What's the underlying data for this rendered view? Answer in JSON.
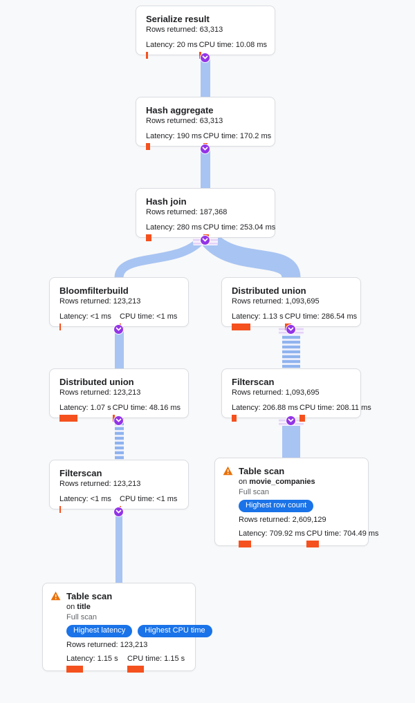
{
  "colors": {
    "page_bg": "#f8f9fa",
    "card_border": "#dadce0",
    "edge_blue": "#a8c4f2",
    "bar_orange": "#f4511e",
    "badge_blue": "#1a73e8",
    "node_dot_purple": "#9334e6",
    "warning_orange": "#e8710a"
  },
  "icons": {
    "collapse": "chevron-down",
    "warning": "warning-triangle"
  },
  "nodes": {
    "serialize_result": {
      "title": "Serialize result",
      "rows": "Rows returned: 63,313",
      "latency": "Latency: 20 ms",
      "latency_bar": "3px",
      "cpu": "CPU time: 10.08 ms",
      "cpu_bar": "3px"
    },
    "hash_aggregate": {
      "title": "Hash aggregate",
      "rows": "Rows returned: 63,313",
      "latency": "Latency: 190 ms",
      "latency_bar": "6px",
      "cpu": "CPU time: 170.2 ms",
      "cpu_bar": "6px"
    },
    "hash_join": {
      "title": "Hash join",
      "rows": "Rows returned: 187,368",
      "latency": "Latency: 280 ms",
      "latency_bar": "8px",
      "cpu": "CPU time: 253.04 ms",
      "cpu_bar": "8px"
    },
    "bloomfilterbuild": {
      "title": "Bloomfilterbuild",
      "rows": "Rows returned: 123,213",
      "latency": "Latency: <1 ms",
      "latency_bar": "2px",
      "cpu": "CPU time: <1 ms",
      "cpu_bar": "2px"
    },
    "distributed_union_right": {
      "title": "Distributed union",
      "rows": "Rows returned: 1,093,695",
      "latency": "Latency: 1.13 s",
      "latency_bar": "27px",
      "cpu": "CPU time: 286.54 ms",
      "cpu_bar": "9px"
    },
    "distributed_union_left": {
      "title": "Distributed union",
      "rows": "Rows returned: 123,213",
      "latency": "Latency: 1.07 s",
      "latency_bar": "26px",
      "cpu": "CPU time: 48.16 ms",
      "cpu_bar": "3px"
    },
    "filterscan_right": {
      "title": "Filterscan",
      "rows": "Rows returned: 1,093,695",
      "latency": "Latency: 206.88 ms",
      "latency_bar": "7px",
      "cpu": "CPU time: 208.11 ms",
      "cpu_bar": "8px"
    },
    "filterscan_left": {
      "title": "Filterscan",
      "rows": "Rows returned: 123,213",
      "latency": "Latency: <1 ms",
      "latency_bar": "2px",
      "cpu": "CPU time: <1 ms",
      "cpu_bar": "2px"
    },
    "table_scan_right": {
      "title": "Table scan",
      "on_prefix": "on ",
      "table": "movie_companies",
      "scan_type": "Full scan",
      "badges": [
        "Highest row count"
      ],
      "rows": "Rows returned: 2,609,129",
      "latency": "Latency: 709.92 ms",
      "latency_bar": "18px",
      "cpu": "CPU time: 704.49 ms",
      "cpu_bar": "18px"
    },
    "table_scan_left": {
      "title": "Table scan",
      "on_prefix": "on ",
      "table": "title",
      "scan_type": "Full scan",
      "badges": [
        "Highest latency",
        "Highest CPU time"
      ],
      "rows": "Rows returned: 123,213",
      "latency": "Latency: 1.15 s",
      "latency_bar": "24px",
      "cpu": "CPU time: 1.15 s",
      "cpu_bar": "24px"
    }
  }
}
